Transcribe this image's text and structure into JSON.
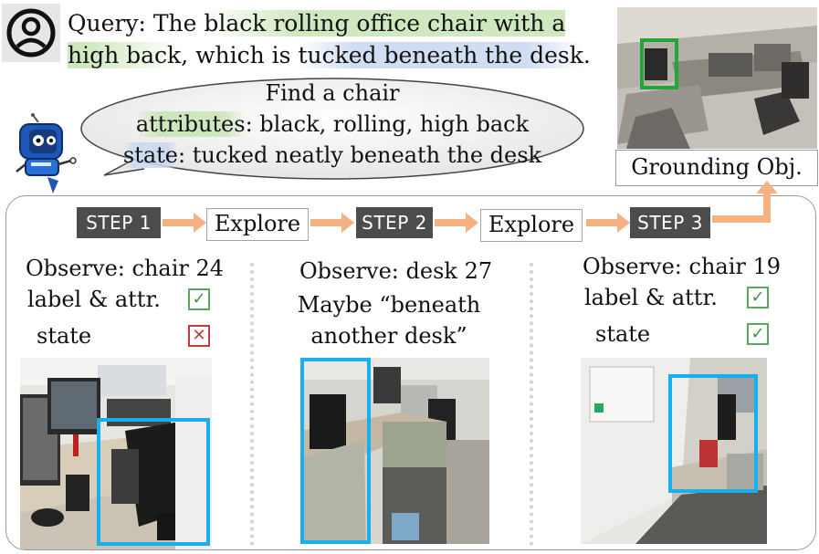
{
  "query": {
    "prefix": "Query: The ",
    "attr_phrase": "black rolling office chair with a high back",
    "mid": ", which is ",
    "state_phrase": "tucked beneath the desk",
    "suffix": "."
  },
  "bubble": {
    "line1": "Find a chair",
    "attributes_label": "attributes",
    "attributes_text": ": black, rolling, high back",
    "state_label": "state",
    "state_text": ": tucked neatly beneath the desk"
  },
  "grounding_label": "Grounding Obj.",
  "steps": [
    {
      "label": "STEP 1",
      "observe": "Observe: chair 24",
      "label_attr": "label & attr.",
      "state": "state",
      "label_attr_ok": true,
      "state_ok": false
    },
    {
      "label": "STEP 2",
      "observe": "Observe: desk 27",
      "note_line1": "Maybe “beneath",
      "note_line2": "another desk”"
    },
    {
      "label": "STEP 3",
      "observe": "Observe: chair 19",
      "label_attr": "label & attr.",
      "state": "state",
      "label_attr_ok": true,
      "state_ok": true
    }
  ],
  "explore_labels": [
    "Explore",
    "Explore"
  ],
  "icons": {
    "check": "✓",
    "cross": "✕"
  },
  "colors": {
    "step_bg": "#4c4c4c",
    "arrow": "#f6b183",
    "bbox_blue": "#1aaeea",
    "bbox_green": "#22a63a",
    "check": "#3f963f",
    "cross": "#c13c3c"
  }
}
